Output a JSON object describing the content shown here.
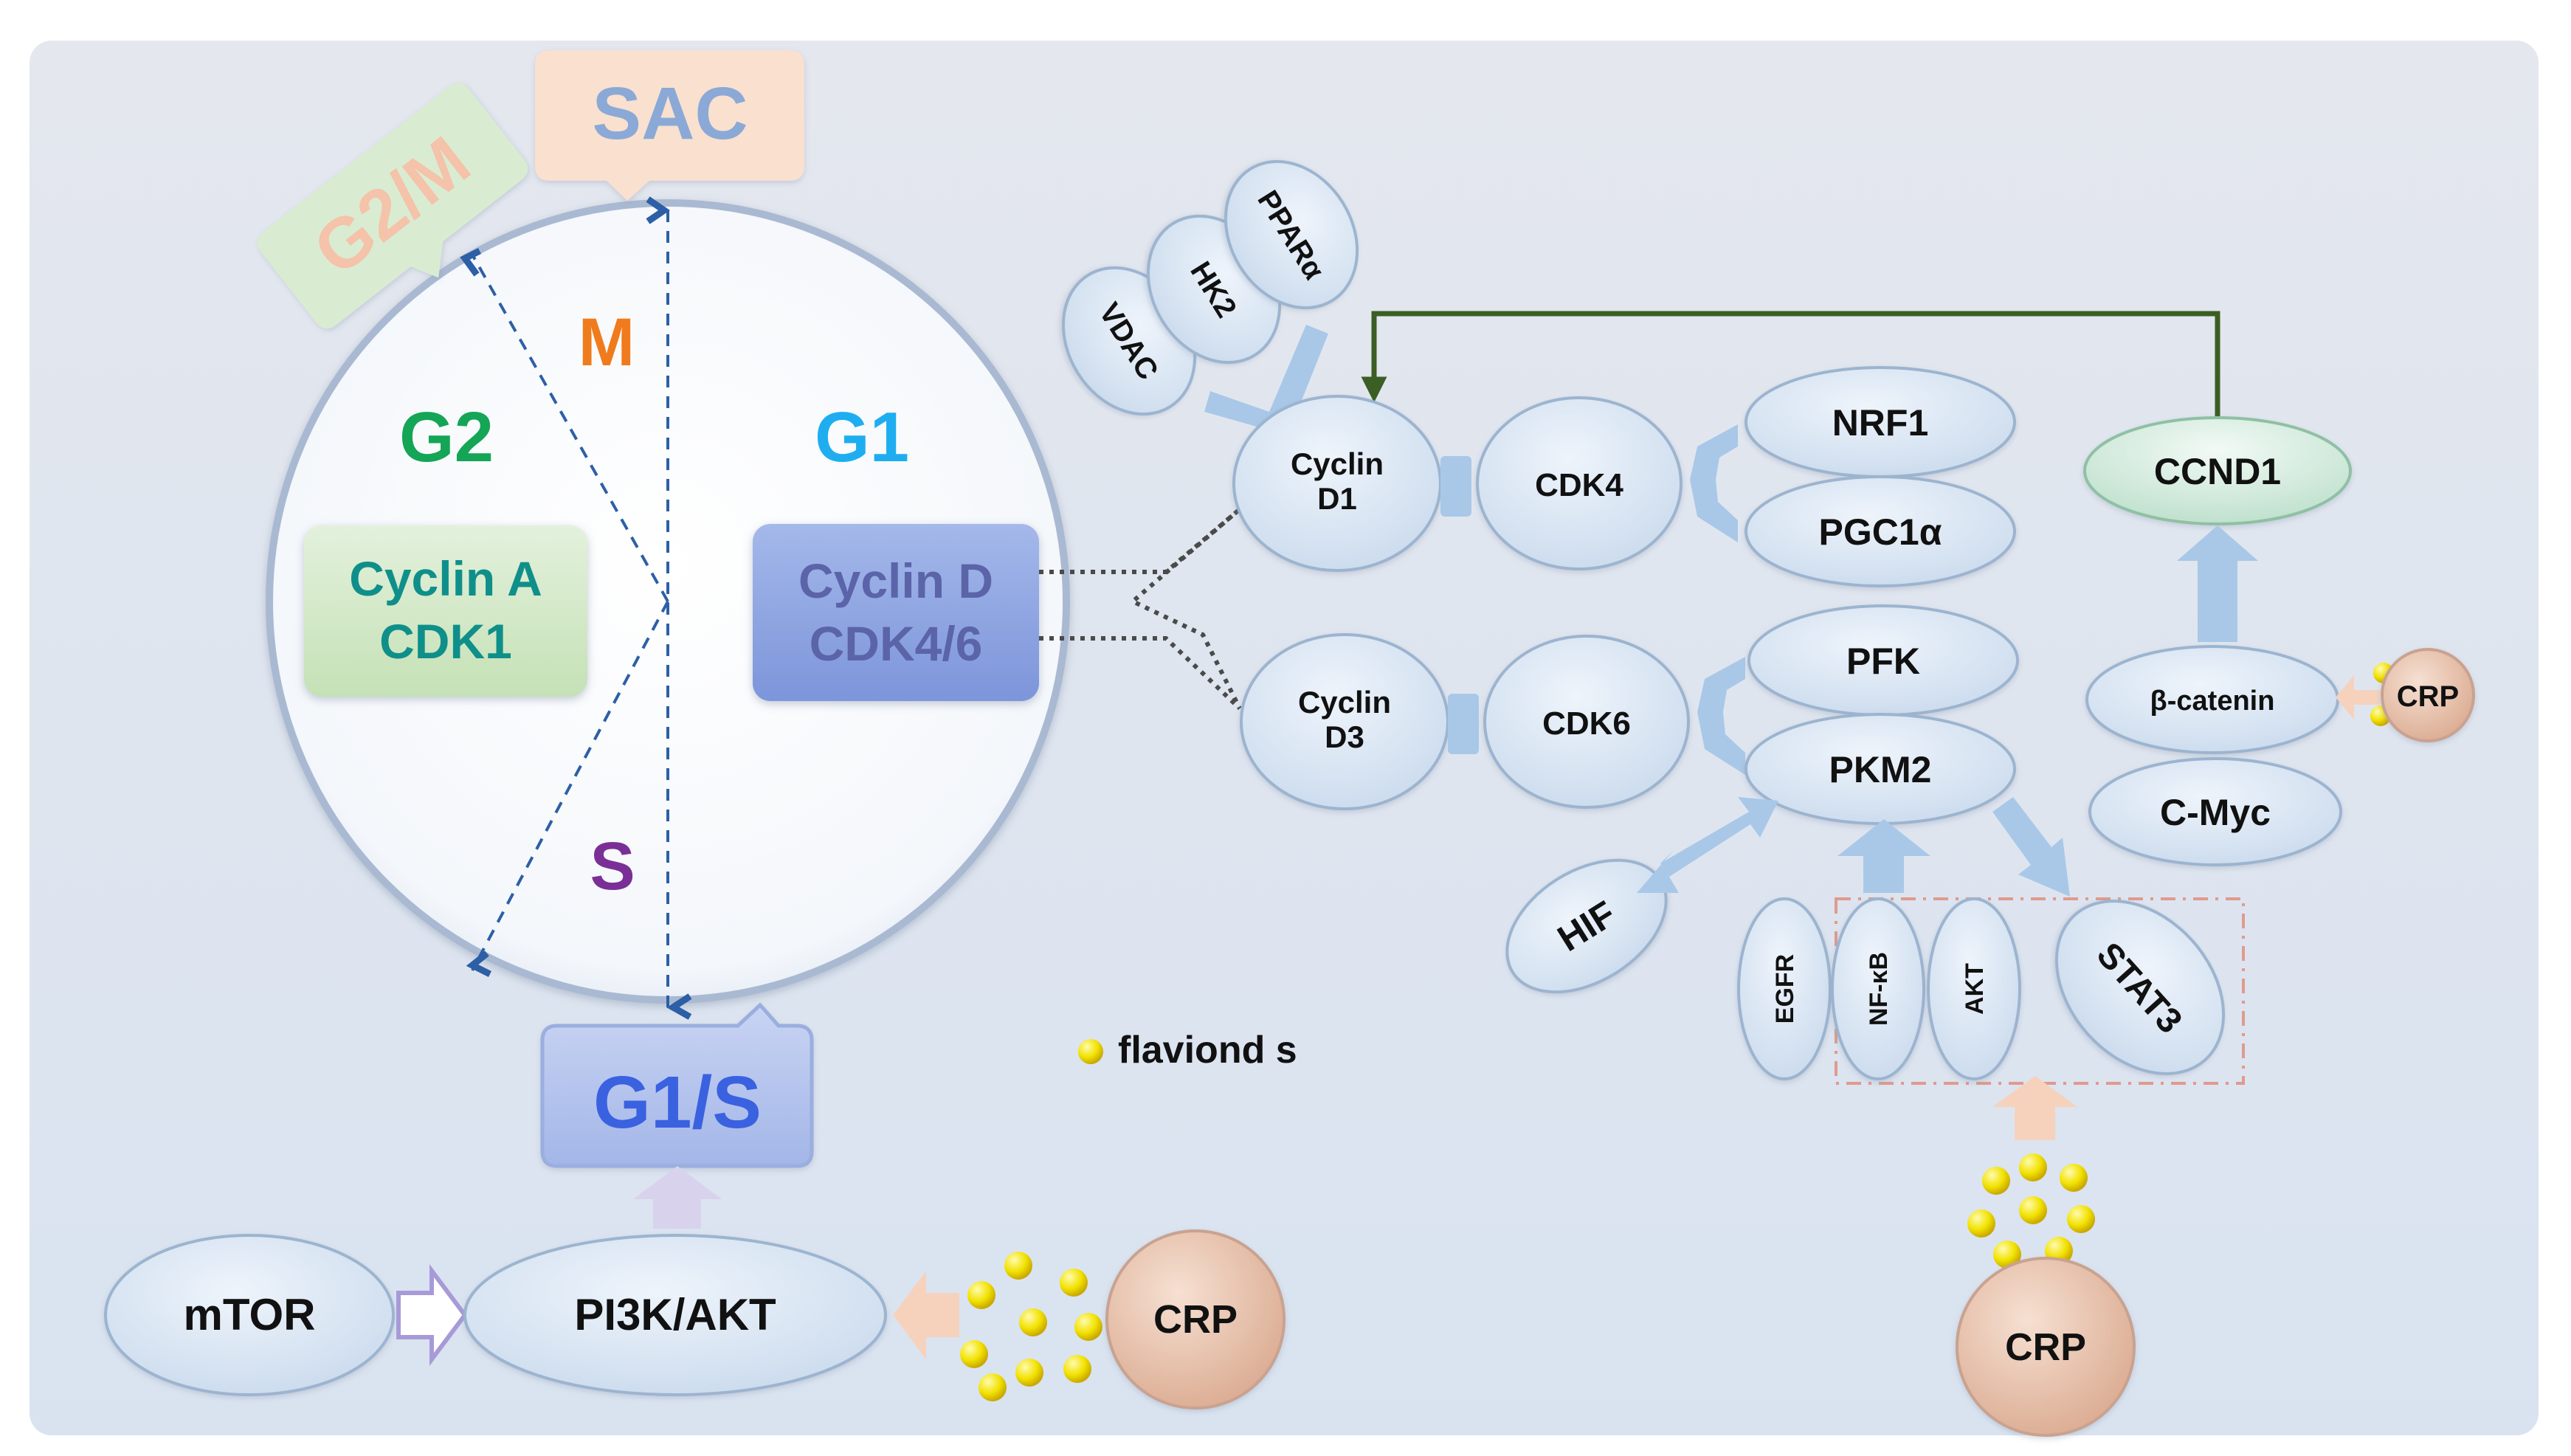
{
  "cycle": {
    "phases": {
      "m": "M",
      "g2": "G2",
      "g1": "G1",
      "s": "S"
    },
    "checkpoints": {
      "sac": "SAC",
      "g2m": "G2/M",
      "g1s": "G1/S"
    },
    "box_g2": {
      "line1": "Cyclin A",
      "line2": "CDK1"
    },
    "box_g1": {
      "line1": "Cyclin D",
      "line2": "CDK4/6"
    }
  },
  "nodes": {
    "vdac": "VDAC",
    "hk2": "HK2",
    "ppara": "PPARα",
    "cyclin_d1": {
      "line1": "Cyclin",
      "line2": "D1"
    },
    "cdk4": "CDK4",
    "nrf1": "NRF1",
    "pgc1a": "PGC1α",
    "cyclin_d3": {
      "line1": "Cyclin",
      "line2": "D3"
    },
    "cdk6": "CDK6",
    "pfk": "PFK",
    "pkm2": "PKM2",
    "hif": "HIF",
    "egfr": "EGFR",
    "nfkb": "NF-κB",
    "akt": "AKT",
    "stat3": "STAT3",
    "ccnd1": "CCND1",
    "beta_catenin": "β-catenin",
    "cmyc": "C-Myc",
    "crp_small": "CRP",
    "crp_bottom_right": "CRP",
    "mtor": "mTOR",
    "pi3k_akt": "PI3K/AKT",
    "crp_bottom": "CRP"
  },
  "legend": {
    "label": "flaviond s"
  },
  "colors": {
    "background": "#dfe5ef",
    "node_fill": "#d3e2f1",
    "arrow": "#a9c8e8",
    "green_line": "#3b5e24",
    "flavonoid": "#f0e000",
    "crp_fill": "#e8c6b2",
    "m": "#f07b1c",
    "g2": "#14a556",
    "g1": "#1eaef0",
    "s": "#7a2f96",
    "sac_text": "#8ba9d6",
    "g2m_text": "#f5c2aa",
    "g1s_text": "#3a61e0"
  }
}
